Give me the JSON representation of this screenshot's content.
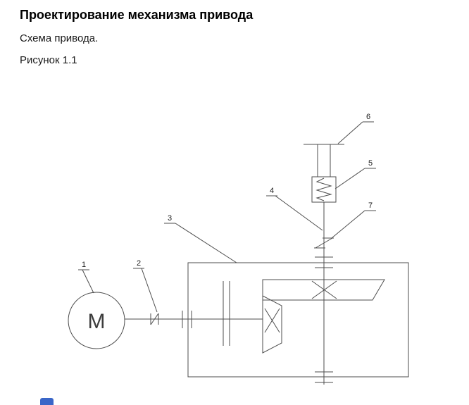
{
  "page": {
    "title": "Проектирование механизма привода",
    "subtitle": "Схема привода.",
    "figure_caption": "Рисунок 1.1"
  },
  "diagram": {
    "motor_letter": "M",
    "labels": {
      "n1": "1",
      "n2": "2",
      "n3": "3",
      "n4": "4",
      "n5": "5",
      "n6": "6",
      "n7": "7"
    },
    "colors": {
      "line": "#4d4d4d",
      "text": "#1a1a1a",
      "artifact_blue": "#3a66c8"
    }
  }
}
